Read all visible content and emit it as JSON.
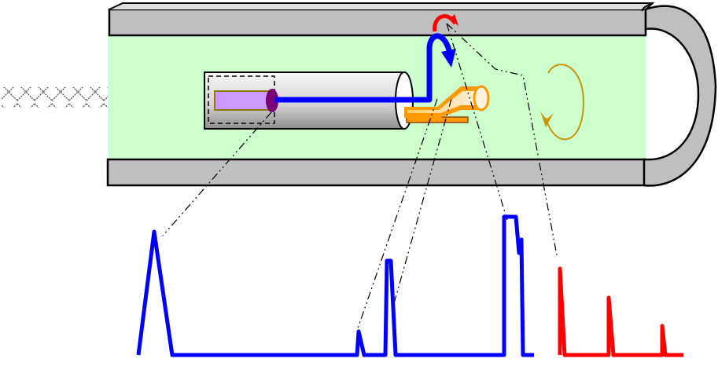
{
  "colors": {
    "lumen": "#ccffcc",
    "wall": "#bfbfbf",
    "outline": "#000000",
    "fiber": "#0000ff",
    "reflection": "#ff0000",
    "probe_housing_light": "#f4f4f4",
    "probe_housing_dark": "#8c8c8c",
    "lens": "#cc99ff",
    "lens_border": "#8a7a00",
    "connector": "#7a007a",
    "mirror": "#ff9900",
    "rotation": "#c8960a",
    "guide_line": "#000000"
  },
  "icons": {
    "cable": "braided-cable-icon",
    "rotation": "rotation-arrow-icon",
    "beam": "beam-hook-arrow-icon",
    "back_reflection": "back-reflection-arrow-icon"
  },
  "chart_data": {
    "type": "line",
    "title": "",
    "xlabel": "",
    "ylabel": "",
    "series": [
      {
        "name": "",
        "color": "#0000ff",
        "points": [
          [
            0,
            0
          ],
          [
            20,
            157
          ],
          [
            43,
            0
          ],
          [
            278,
            0
          ],
          [
            280,
            30
          ],
          [
            287,
            0
          ],
          [
            314,
            0
          ],
          [
            316,
            120
          ],
          [
            321,
            120
          ],
          [
            327,
            0
          ],
          [
            340,
            0
          ],
          [
            352,
            0
          ],
          [
            465,
            0
          ],
          [
            465,
            176
          ],
          [
            480,
            176
          ],
          [
            484,
            130
          ],
          [
            487,
            147
          ],
          [
            489,
            0
          ],
          [
            503,
            0
          ]
        ]
      },
      {
        "name": "",
        "color": "#ff0000",
        "points": [
          [
            536,
            0
          ],
          [
            536,
            110
          ],
          [
            542,
            0
          ],
          [
            598,
            0
          ],
          [
            598,
            73
          ],
          [
            604,
            0
          ],
          [
            666,
            0
          ],
          [
            666,
            37
          ],
          [
            670,
            0
          ],
          [
            693,
            0
          ]
        ]
      }
    ]
  }
}
